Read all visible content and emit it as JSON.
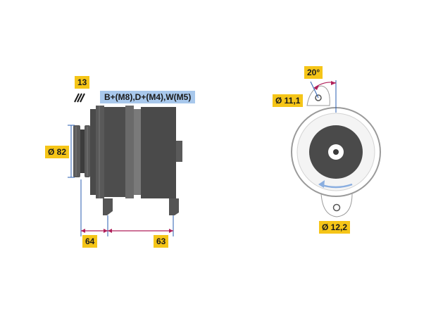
{
  "labels": {
    "pulley_grooves": "13",
    "terminals": "B+(M8),D+(M4),W(M5)",
    "pulley_diameter": "Ø 82",
    "dim_front": "64",
    "dim_rear": "63",
    "angle": "20°",
    "top_hole": "Ø 11,1",
    "bottom_hole": "Ø 12,2"
  },
  "colors": {
    "label_yellow": "#f5c518",
    "label_blue": "#a8c8ec",
    "body_dark": "#4d4d4d",
    "body_mid": "#6a6a6a",
    "dim_magenta": "#b0205a",
    "dim_blue": "#2a5db0",
    "arrow_blue": "#8aaee0"
  },
  "icons": {
    "hatch": "hatch-icon"
  }
}
